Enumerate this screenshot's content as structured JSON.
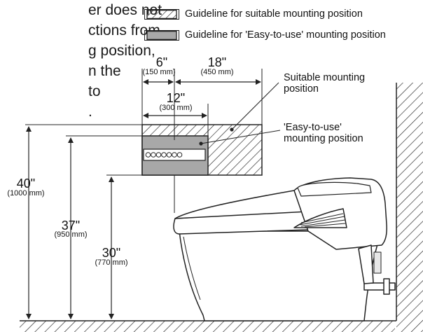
{
  "intro_lines": [
    "er does not",
    "ctions from",
    "g position,",
    "n the",
    "to",
    "."
  ],
  "legend": {
    "suitable": "Guideline for suitable mounting position",
    "easy": "Guideline for 'Easy-to-use' mounting position"
  },
  "callouts": {
    "suitable_line1": "Suitable mounting",
    "suitable_line2": "position",
    "easy_line1": "'Easy-to-use'",
    "easy_line2": "mounting position"
  },
  "dimensions": {
    "d6": {
      "inch": "6\"",
      "mm": "(150 mm)"
    },
    "d18": {
      "inch": "18\"",
      "mm": "(450 mm)"
    },
    "d12": {
      "inch": "12\"",
      "mm": "(300 mm)"
    },
    "d40": {
      "inch": "40\"",
      "mm": "(1000 mm)"
    },
    "d37": {
      "inch": "37\"",
      "mm": "(950 mm)"
    },
    "d30": {
      "inch": "30\"",
      "mm": "(770 mm)"
    }
  },
  "colors": {
    "easy_fill": "#a8a8a8",
    "line": "#222222"
  }
}
